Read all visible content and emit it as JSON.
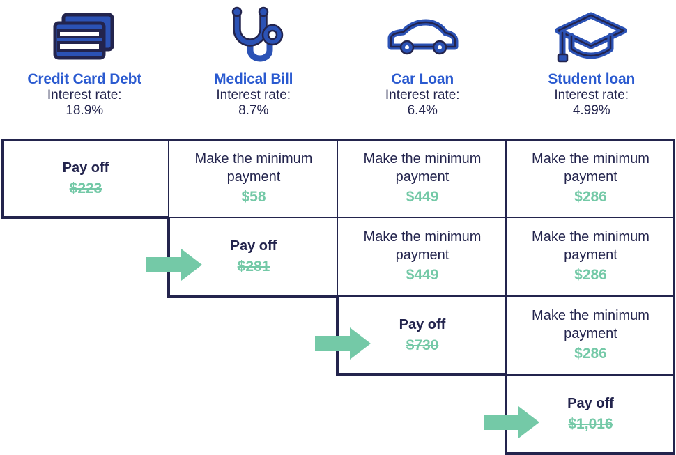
{
  "colors": {
    "navy": "#23244d",
    "blue": "#2a5ad0",
    "icon_blue": "#2b52b5",
    "green": "#74c9a7",
    "background": "#ffffff"
  },
  "columns": [
    {
      "id": "credit-card-debt",
      "icon": "credit-cards-icon",
      "title": "Credit Card Debt",
      "rate_label": "Interest rate:",
      "rate_value": "18.9%"
    },
    {
      "id": "medical-bill",
      "icon": "stethoscope-icon",
      "title": "Medical Bill",
      "rate_label": "Interest rate:",
      "rate_value": "8.7%"
    },
    {
      "id": "car-loan",
      "icon": "car-icon",
      "title": "Car Loan",
      "rate_label": "Interest rate:",
      "rate_value": "6.4%"
    },
    {
      "id": "student-loan",
      "icon": "graduation-cap-icon",
      "title": "Student loan",
      "rate_label": "Interest rate:",
      "rate_value": "4.99%"
    }
  ],
  "rows": [
    {
      "index": 1,
      "cells": [
        {
          "column": "credit-card-debt",
          "action": "Pay off",
          "amount": "$223",
          "paid_off": true,
          "present": true
        },
        {
          "column": "medical-bill",
          "action": "Make the minimum payment",
          "amount": "$58",
          "paid_off": false,
          "present": true
        },
        {
          "column": "car-loan",
          "action": "Make the minimum payment",
          "amount": "$449",
          "paid_off": false,
          "present": true
        },
        {
          "column": "student-loan",
          "action": "Make the minimum payment",
          "amount": "$286",
          "paid_off": false,
          "present": true
        }
      ]
    },
    {
      "index": 2,
      "cells": [
        {
          "column": "credit-card-debt",
          "action": "",
          "amount": "",
          "paid_off": false,
          "present": false
        },
        {
          "column": "medical-bill",
          "action": "Pay off",
          "amount": "$281",
          "paid_off": true,
          "present": true
        },
        {
          "column": "car-loan",
          "action": "Make the minimum payment",
          "amount": "$449",
          "paid_off": false,
          "present": true
        },
        {
          "column": "student-loan",
          "action": "Make the minimum payment",
          "amount": "$286",
          "paid_off": false,
          "present": true
        }
      ]
    },
    {
      "index": 3,
      "cells": [
        {
          "column": "credit-card-debt",
          "action": "",
          "amount": "",
          "paid_off": false,
          "present": false
        },
        {
          "column": "medical-bill",
          "action": "",
          "amount": "",
          "paid_off": false,
          "present": false
        },
        {
          "column": "car-loan",
          "action": "Pay off",
          "amount": "$730",
          "paid_off": true,
          "present": true
        },
        {
          "column": "student-loan",
          "action": "Make the minimum payment",
          "amount": "$286",
          "paid_off": false,
          "present": true
        }
      ]
    },
    {
      "index": 4,
      "cells": [
        {
          "column": "credit-card-debt",
          "action": "",
          "amount": "",
          "paid_off": false,
          "present": false
        },
        {
          "column": "medical-bill",
          "action": "",
          "amount": "",
          "paid_off": false,
          "present": false
        },
        {
          "column": "car-loan",
          "action": "",
          "amount": "",
          "paid_off": false,
          "present": false
        },
        {
          "column": "student-loan",
          "action": "Pay off",
          "amount": "$1,016",
          "paid_off": true,
          "present": true
        }
      ]
    }
  ],
  "arrows": [
    {
      "id": "arrow-row-2",
      "points_to": "medical-bill"
    },
    {
      "id": "arrow-row-3",
      "points_to": "car-loan"
    },
    {
      "id": "arrow-row-4",
      "points_to": "student-loan"
    }
  ]
}
